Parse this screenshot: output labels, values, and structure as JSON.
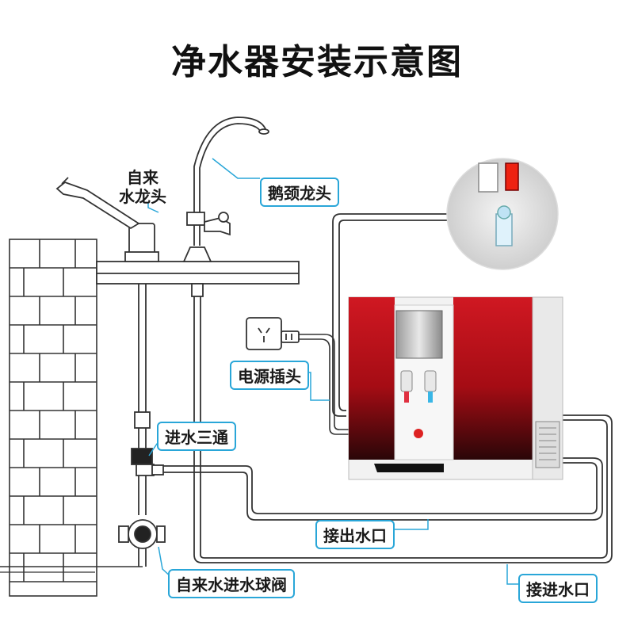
{
  "title": "净水器安装示意图",
  "labels": {
    "tap_water_faucet": "自来\n水龙头",
    "gooseneck_faucet": "鹅颈龙头",
    "power_plug": "电源插头",
    "inlet_tee": "进水三通",
    "outlet_port": "接出水口",
    "tap_inlet_ball_valve": "自来水进水球阀",
    "inlet_port": "接进水口"
  },
  "colors": {
    "pointer_line": "#29a6d8",
    "purifier_red": "#b3101a",
    "pipe_outline": "#3a3a3a"
  }
}
